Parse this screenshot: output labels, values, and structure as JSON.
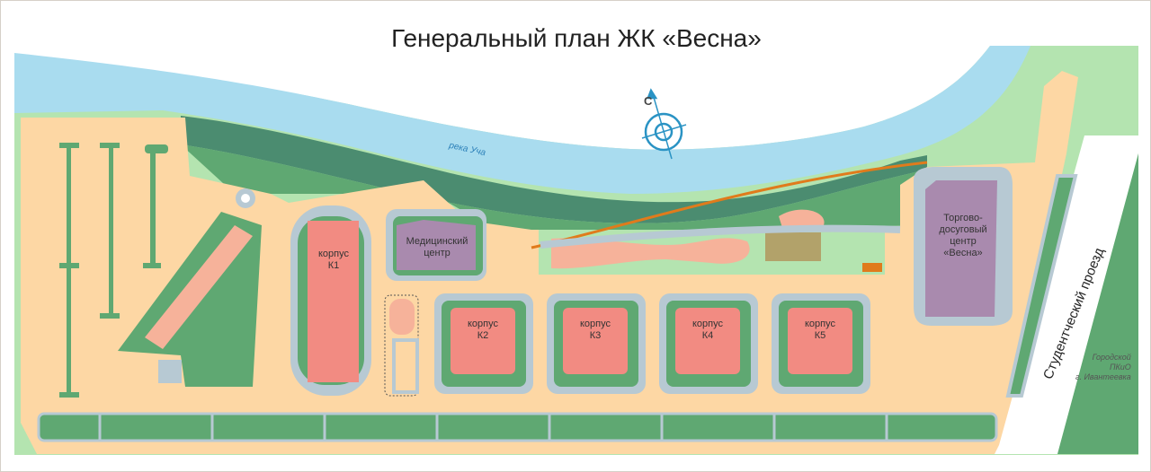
{
  "title": "Генеральный план ЖК «Весна»",
  "river_label": "река Уча",
  "compass": {
    "north_label": "С",
    "icon": "compass-rose-icon"
  },
  "road_label": "Студентческий проезд",
  "park_label": [
    "Городской",
    "ПКиО",
    "г. Ивантеевка"
  ],
  "buildings": {
    "k1": [
      "корпус",
      "К1"
    ],
    "k2": [
      "корпус",
      "К2"
    ],
    "k3": [
      "корпус",
      "К3"
    ],
    "k4": [
      "корпус",
      "К4"
    ],
    "k5": [
      "корпус",
      "К5"
    ],
    "medical": [
      "Медицинский",
      "центр"
    ],
    "mall": [
      "Торгово-",
      "досуговый",
      "центр",
      "«Весна»"
    ]
  },
  "colors": {
    "sand": "#fdd7a4",
    "river": "#a9dcef",
    "dark_green": "#4b8c70",
    "green": "#5fa872",
    "light_green": "#b4e4b0",
    "path": "#b7c9d3",
    "residential": "#f28b82",
    "purple": "#a98aae",
    "peach": "#f6b29a",
    "olive": "#b2a26a",
    "orange": "#e07b1c"
  }
}
